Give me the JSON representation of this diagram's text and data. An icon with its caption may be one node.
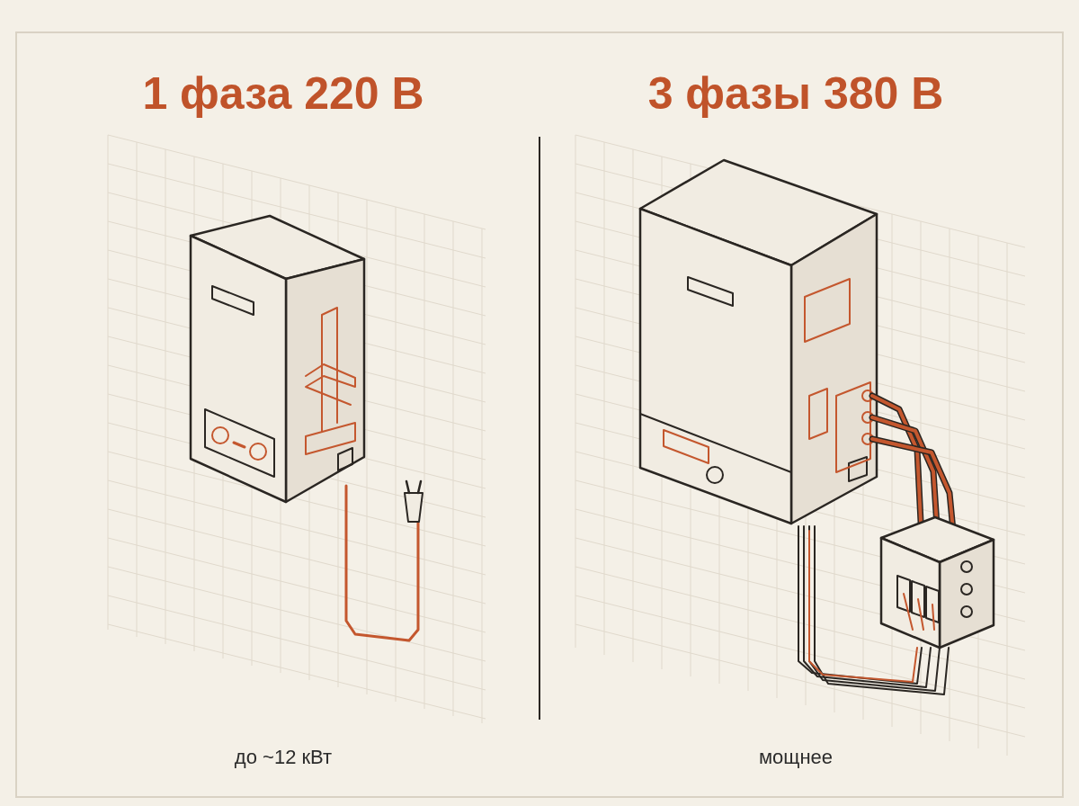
{
  "diagram": {
    "labels": [
      "1 фаза 220 В",
      "3 фазы 380 В",
      "до ~12 кВт",
      "мощнее"
    ]
  }
}
